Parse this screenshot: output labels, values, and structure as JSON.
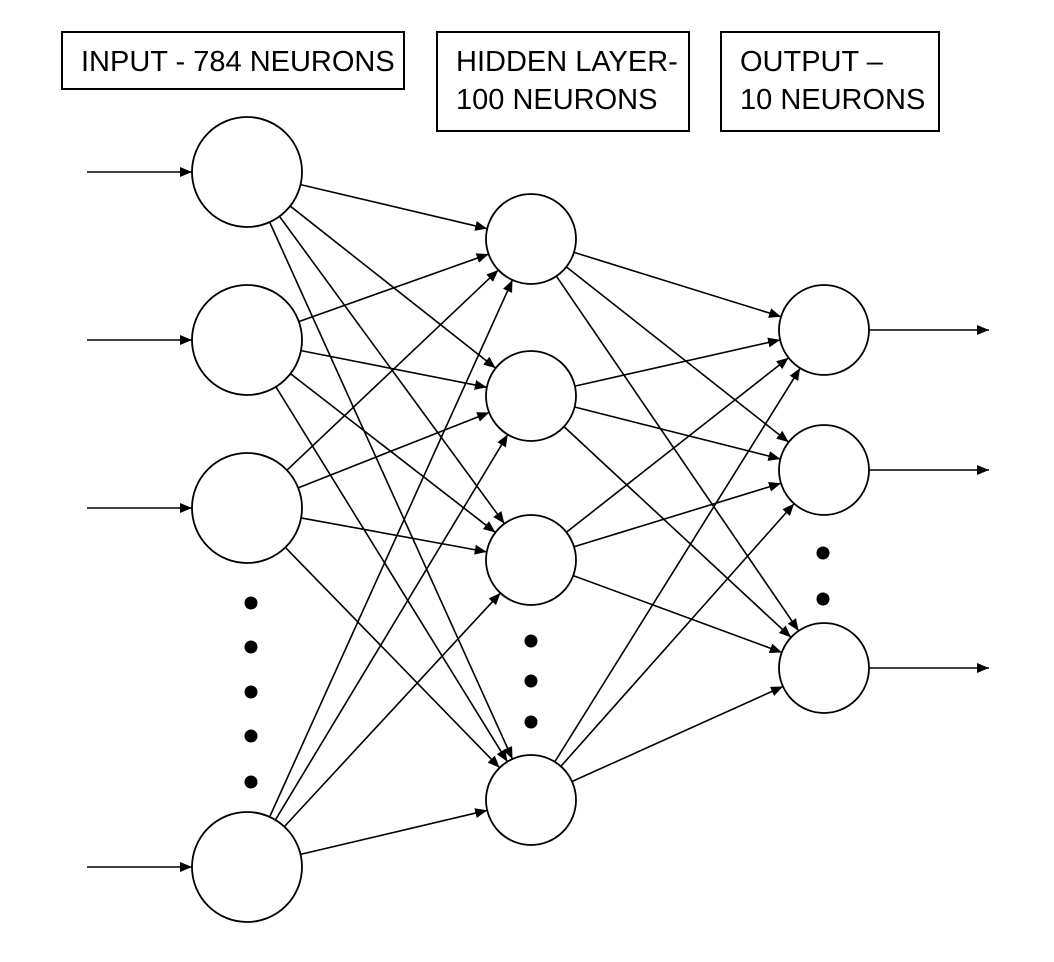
{
  "labels": {
    "input": [
      "INPUT - 784 NEURONS"
    ],
    "hidden": [
      "HIDDEN LAYER-",
      "100 NEURONS"
    ],
    "output": [
      "OUTPUT –",
      "10 NEURONS"
    ]
  },
  "colors": {
    "stroke": "#000000",
    "background": "#ffffff"
  }
}
